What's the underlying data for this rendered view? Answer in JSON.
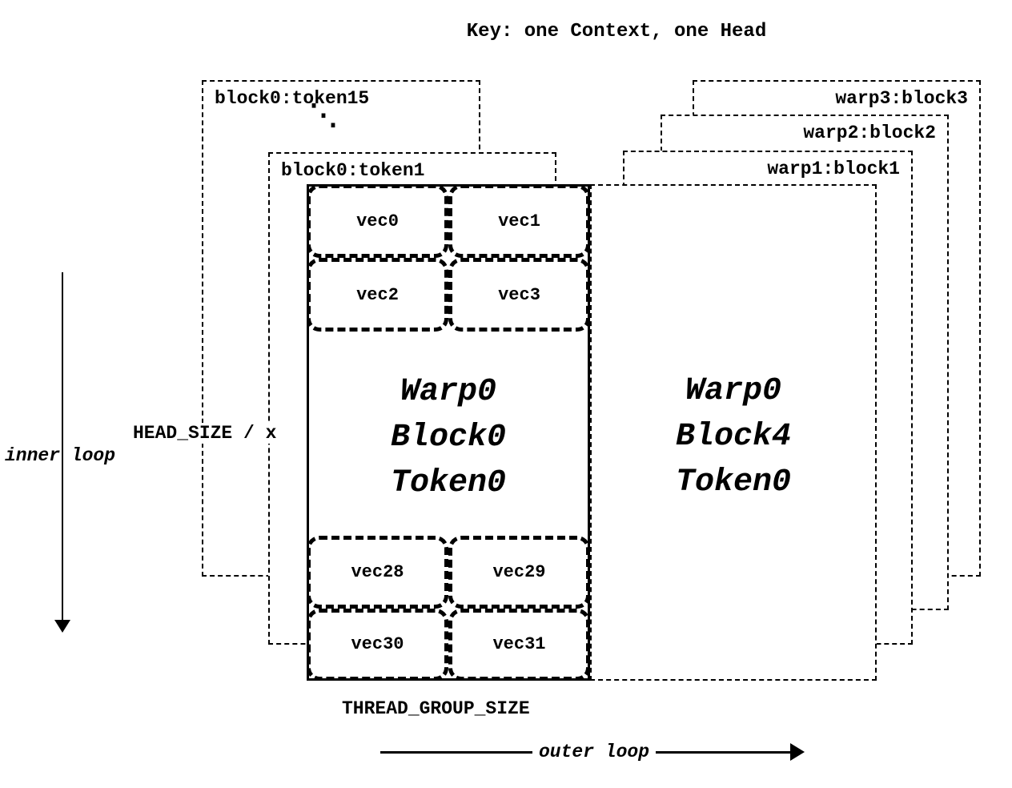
{
  "title": "Key: one Context, one Head",
  "left_stack": {
    "card_back_label": "block0:token15",
    "card_mid_label": "block0:token1",
    "dots": "⋱",
    "main_block": {
      "lines": [
        "Warp0",
        "Block0",
        "Token0"
      ],
      "top_vecs": [
        "vec0",
        "vec1",
        "vec2",
        "vec3"
      ],
      "bottom_vecs": [
        "vec28",
        "vec29",
        "vec30",
        "vec31"
      ]
    }
  },
  "right_stack": {
    "cards": [
      {
        "label": "warp3:block3"
      },
      {
        "label": "warp2:block2"
      },
      {
        "label": "warp1:block1"
      }
    ],
    "main_block": {
      "lines": [
        "Warp0",
        "Block4",
        "Token0"
      ]
    }
  },
  "annotations": {
    "head_size": "HEAD_SIZE / x",
    "inner_loop": "inner loop",
    "thread_group_size": "THREAD_GROUP_SIZE",
    "outer_loop": "outer loop"
  },
  "colors": {
    "ink": "#000000",
    "background": "#ffffff"
  }
}
